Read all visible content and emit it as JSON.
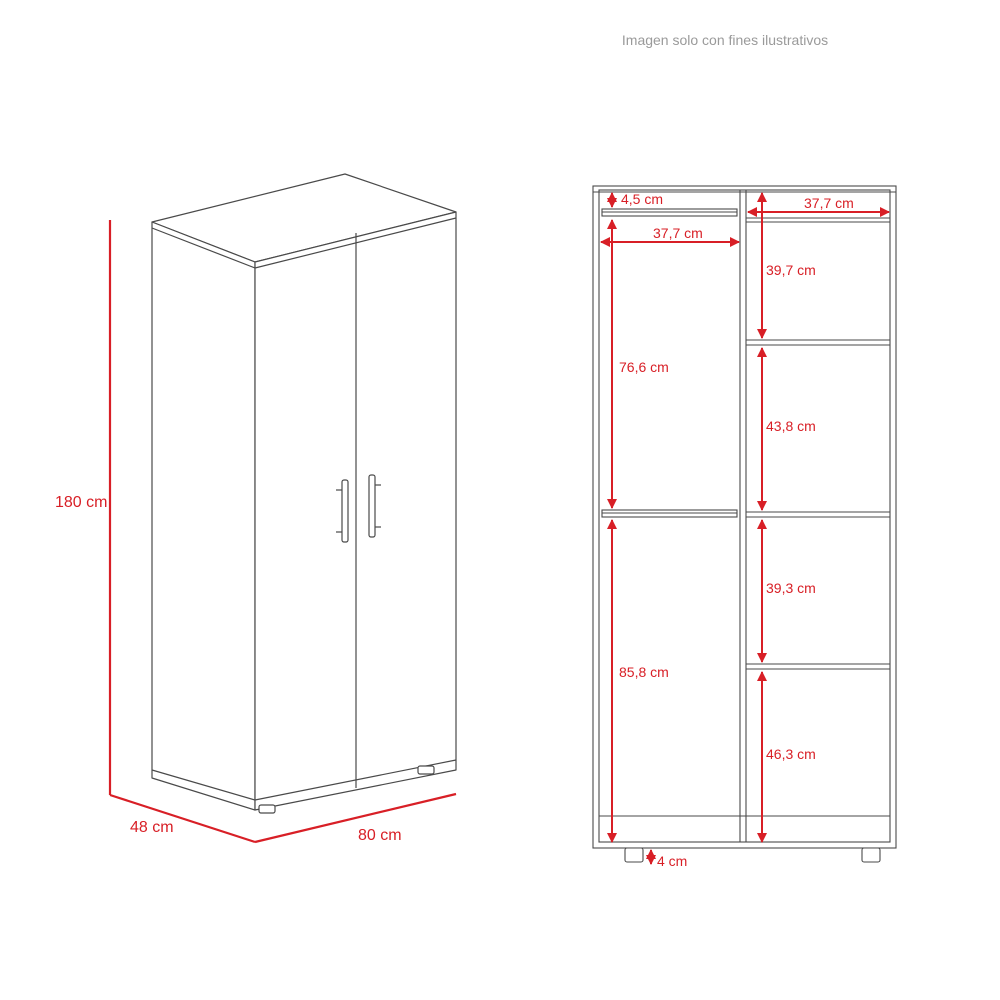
{
  "disclaimer": "Imagen solo con fines ilustrativos",
  "colors": {
    "dimension": "#d81f26",
    "outline": "#4a4a4a",
    "background": "#ffffff",
    "disclaimer_text": "#9a9a9a"
  },
  "outer_dimensions": {
    "height": "180 cm",
    "depth": "48 cm",
    "width": "80 cm"
  },
  "interior_dimensions": {
    "top_gap": "4,5 cm",
    "left_width": "37,7 cm",
    "right_width": "37,7 cm",
    "upper_hanging": "76,6 cm",
    "lower_hanging": "85,8 cm",
    "shelf_1": "39,7 cm",
    "shelf_2": "43,8 cm",
    "shelf_3": "39,3 cm",
    "shelf_4": "46,3 cm",
    "foot": "4 cm"
  }
}
